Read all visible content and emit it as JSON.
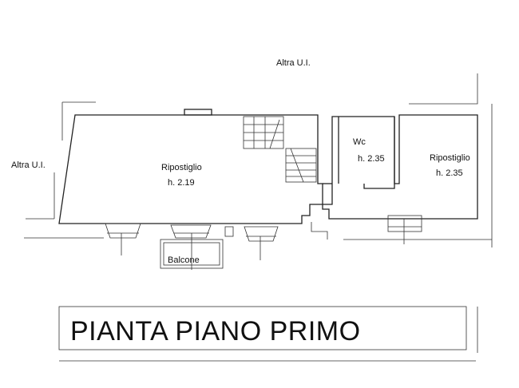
{
  "plan": {
    "title": "PIANTA PIANO PRIMO",
    "neighbors": {
      "top": "Altra U.I.",
      "left": "Altra U.I."
    },
    "rooms": [
      {
        "id": "ripostiglio-main",
        "name": "Ripostiglio",
        "height": "h. 2.19"
      },
      {
        "id": "wc",
        "name": "Wc",
        "height": "h. 2.35"
      },
      {
        "id": "ripostiglio-right",
        "name": "Ripostiglio",
        "height": "h. 2.35"
      }
    ],
    "balcony": "Balcone"
  }
}
